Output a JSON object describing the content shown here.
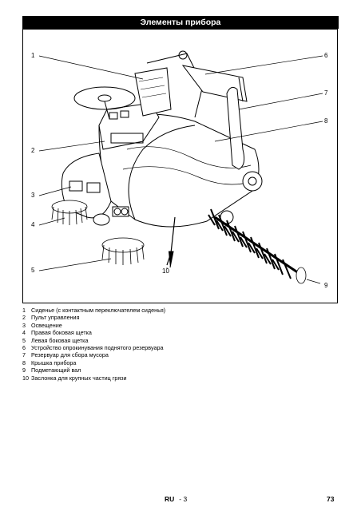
{
  "header": {
    "title": "Элементы прибора"
  },
  "figure": {
    "callouts": [
      "1",
      "2",
      "3",
      "4",
      "5",
      "6",
      "7",
      "8",
      "9",
      "10"
    ]
  },
  "legend": [
    {
      "num": "1",
      "text": "Сиденье (с контактным переключателем сиденья)"
    },
    {
      "num": "2",
      "text": "Пульт управления"
    },
    {
      "num": "3",
      "text": "Освещение"
    },
    {
      "num": "4",
      "text": "Правая боковая щетка"
    },
    {
      "num": "5",
      "text": "Левая боковая щетка"
    },
    {
      "num": "6",
      "text": "Устройство опрокинувания поднятого резервуара"
    },
    {
      "num": "7",
      "text": "Резервуар для сбора мусора"
    },
    {
      "num": "8",
      "text": "Крышка прибора"
    },
    {
      "num": "9",
      "text": "Подметающий вал"
    },
    {
      "num": "10",
      "text": "Заслонка для крупных частиц грязи"
    }
  ],
  "footer": {
    "lang": "RU",
    "section": "- 3",
    "page": "73"
  }
}
